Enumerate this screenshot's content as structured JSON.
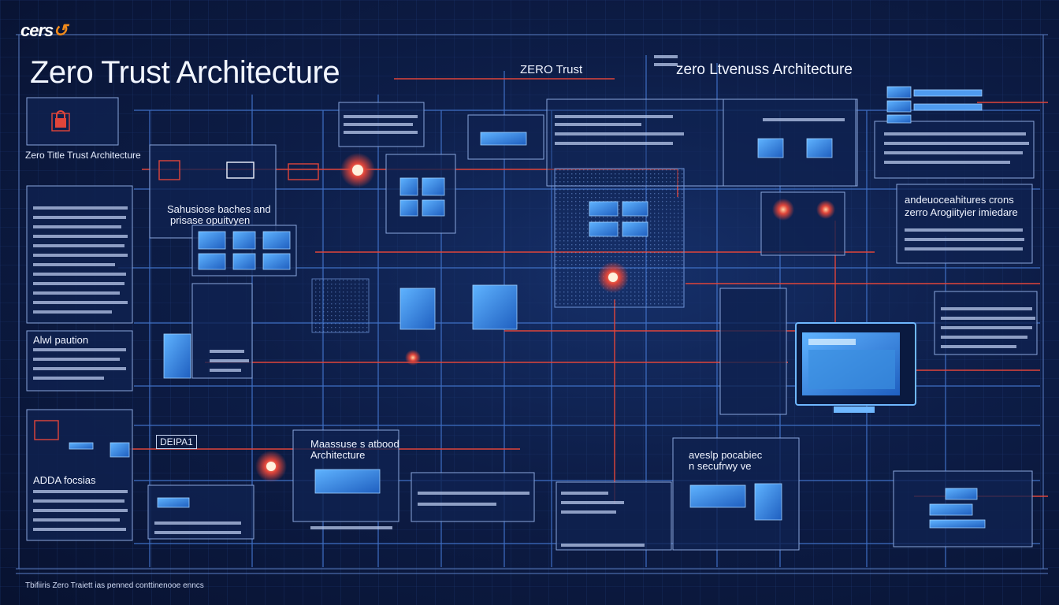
{
  "logo": {
    "text": "cers",
    "mark": "swoosh-logo"
  },
  "header": {
    "title": "Zero Trust Architecture",
    "center_label": "ZERO Trust",
    "right_title": "zero Ltvenuss Architecture"
  },
  "panels": {
    "left_box_label": "Zero Title Trust Architecture",
    "mid_left_label_1": "Sahusiose baches and",
    "mid_left_label_2": "prisase opuitvyen",
    "mid_bottom_label_1": "Maassuse s atbood",
    "mid_bottom_label_2": "Architecture",
    "right_mid_label_1": "andeuoceahitures crons",
    "right_mid_label_2": "zerro Arogiityier imiedare",
    "left_mid_label": "Alwl paution",
    "left_bottom_label": "ADDA focsias",
    "bottom_right_label_1": "aveslp pocabiec",
    "bottom_right_label_2": "n secufrwy ve",
    "bottom_left_tag": "DEIPA1"
  },
  "footer": {
    "text": "Tbifiiris Zero Traiett ias penned conttinenooe enncs"
  },
  "colors": {
    "background": "#0b1838",
    "grid": "#2a4a8c",
    "accent_red": "#e0453a",
    "accent_blue": "#3b8fe0",
    "panel_fill": "#10234f",
    "logo_orange": "#f08a1c"
  },
  "icons": [
    "shield-icon",
    "server-icon",
    "monitor-icon",
    "lock-icon",
    "network-node-icon"
  ]
}
